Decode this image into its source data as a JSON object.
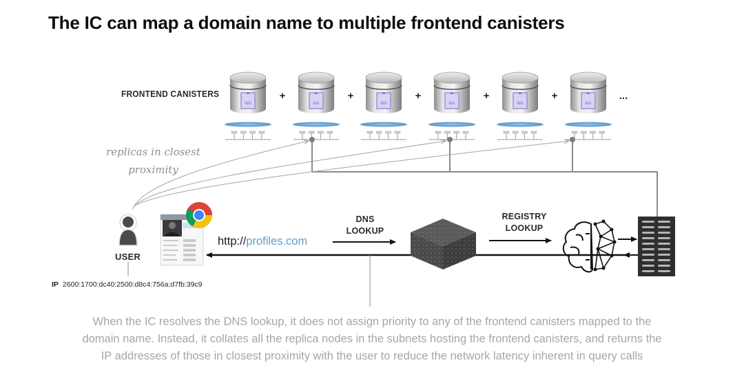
{
  "title": "The IC can map a domain name to multiple frontend canisters",
  "frontend_canisters": {
    "label": "FRONTEND CANISTERS",
    "canister_badge": "WA",
    "count_shown": 6,
    "separator": "+",
    "continuation": "...",
    "icons": [
      "database-canister-icon",
      "subnet-replica-nodes-icon"
    ]
  },
  "annotation": {
    "line1": "replicas in closest",
    "line2": "proximity"
  },
  "user": {
    "label": "USER",
    "ip_label": "IP",
    "ip_value": "2600:1700:dc40:2500:d8c4:756a:d7fb:39c9"
  },
  "browser": {
    "url_scheme": "http://",
    "url_host": "profiles.com"
  },
  "steps": {
    "dns_line1": "DNS",
    "dns_line2": "LOOKUP",
    "registry_line1": "REGISTRY",
    "registry_line2": "LOOKUP"
  },
  "colors": {
    "subnet_blue": "#6fa7d6",
    "url_host": "#5f9fc9",
    "connector_gray": "#8a8a8a",
    "canister_badge": "#8b7fd0",
    "caption_gray": "#a6a6a6"
  },
  "caption": {
    "line1": "When the IC resolves the DNS lookup, it does not assign priority to any of the frontend canisters mapped to the",
    "line2": "domain name. Instead, it collates all the replica nodes in the subnets hosting the frontend canisters, and returns the",
    "line3": "IP addresses of those in closest proximity with the user to reduce the network latency inherent in query calls"
  }
}
